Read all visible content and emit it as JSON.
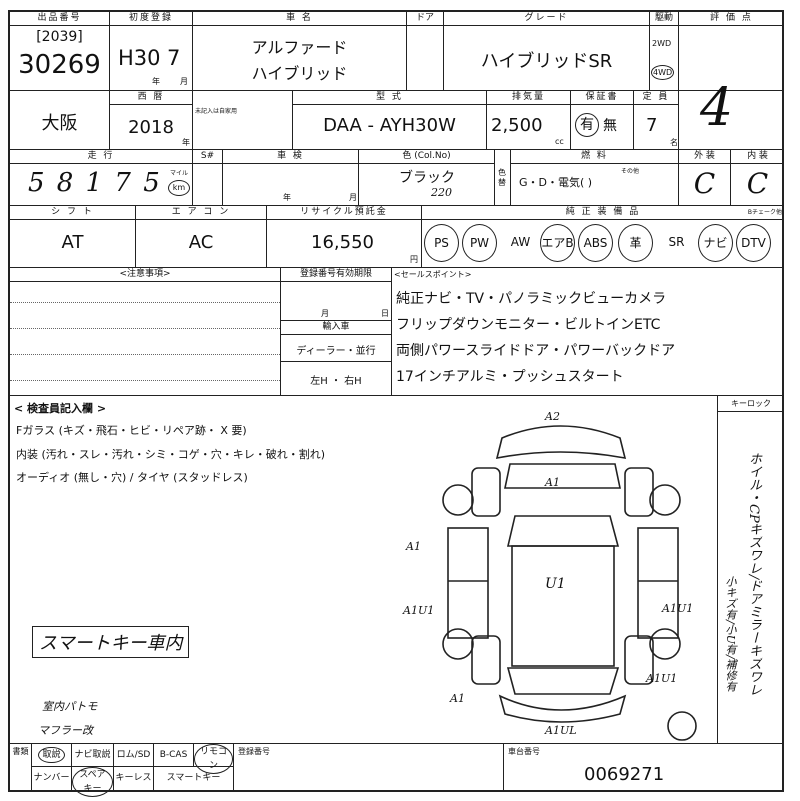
{
  "header_labels": {
    "exhibit_no": "出品番号",
    "first_reg": "初度登録",
    "car_name": "車 名",
    "door": "ドア",
    "grade": "グレード",
    "drive": "駆動",
    "score": "評 価 点",
    "year_model": "西 暦",
    "prev_reg": "型 式",
    "displacement": "排気量",
    "warranty": "保証書",
    "capacity": "定 員",
    "mileage": "走 行",
    "speed": "S#",
    "inspection": "車 検",
    "color": "色 (Col.No)",
    "fuel": "燃 料",
    "exterior": "外 装",
    "interior": "内 装",
    "shift": "シ フ ト",
    "aircon": "エ ア コ ン",
    "recycle": "リサイクル預託金",
    "equipment": "純 正 装 備 品",
    "notes_label": "<注意事項>",
    "reg_expiry": "登録番号有効期限",
    "import_label": "輸入車",
    "sales_points_label": "<セールスポイント>",
    "inspector_label": "< 検査員記入欄 >",
    "keylock": "キーロック",
    "bottom_doc": "書類",
    "reg_number_label": "登録番号",
    "chassis_label": "車台番号"
  },
  "lot": {
    "bracket": "[2039]",
    "number": "30269"
  },
  "first_reg": {
    "era": "H30",
    "month": "7",
    "year_unit": "年",
    "month_unit": "月"
  },
  "car": {
    "name_line1": "アルファード",
    "name_line2": "ハイブリッド",
    "grade": "ハイブリッドSR"
  },
  "drive": {
    "two_wd": "2WD",
    "four_wd": "4WD"
  },
  "score": "4",
  "location": "大阪",
  "year": "2018",
  "year_unit": "年",
  "model_code": "DAA - AYH30W",
  "model_note": "未記入は自家用",
  "displacement": {
    "value": "2,500",
    "unit": "cc"
  },
  "warranty": {
    "yes": "有",
    "no": "無"
  },
  "capacity": {
    "value": "7",
    "unit": "名"
  },
  "mileage": {
    "digits": "5 8 1 7 5",
    "unit_mile": "マイル",
    "unit_km": "km"
  },
  "inspection_date": {
    "year_unit": "年",
    "month_unit": "月"
  },
  "color": {
    "name": "ブラック",
    "code": "220",
    "change_label": "色替"
  },
  "fuel": {
    "g": "G",
    "d": "D",
    "ev": "電気",
    "other": "その他",
    "line": "G・D・電気( )"
  },
  "exterior_grade": "C",
  "interior_grade": "C",
  "shift": "AT",
  "aircon": "AC",
  "recycle": {
    "value": "16,550",
    "unit": "円"
  },
  "equipment": [
    "PS",
    "PW",
    "AW",
    "エアB",
    "ABS",
    "革",
    "SR",
    "ナビ",
    "DTV"
  ],
  "equipment_extra": "Bチェーク他",
  "reg_expiry": {
    "month_unit": "月",
    "day_unit": "日"
  },
  "import": {
    "dealer": "ディーラー・並行",
    "steering": "左H ・ 右H"
  },
  "sales_points": [
    "純正ナビ・TV・パノラミックビューカメラ",
    "フリップダウンモニター・ビルトインETC",
    "両側パワースライドドア・パワーバックドア",
    "17インチアルミ・プッシュスタート"
  ],
  "inspector_lines": [
    "Fガラス (キズ・飛石・ヒビ・リペア跡・ X 要)",
    "内装 (汚れ・スレ・汚れ・シミ・コゲ・穴・キレ・破れ・割れ)",
    "オーディオ (無し・穴) / タイヤ (スタッドレス)"
  ],
  "handwritten": {
    "smart_key": "スマートキー車内",
    "room_pattern": "室内パトモ",
    "muffler": "マフラー改",
    "side_note": "ホイル・CPキズワレ/ドアミラーキズワレ",
    "side_note2": "小キズ有/小U有/補修有"
  },
  "diagram_marks": [
    "A2",
    "A1",
    "A1",
    "U1",
    "A1U1",
    "A1U1",
    "A1",
    "A1U1",
    "A1UL"
  ],
  "bottom_items": [
    "取説",
    "ナビ取説",
    "ロム/SD",
    "B-CAS",
    "リモコン",
    "ナンバー",
    "スペアキー",
    "キーレス",
    "スマートキー"
  ],
  "chassis_number": "0069271"
}
